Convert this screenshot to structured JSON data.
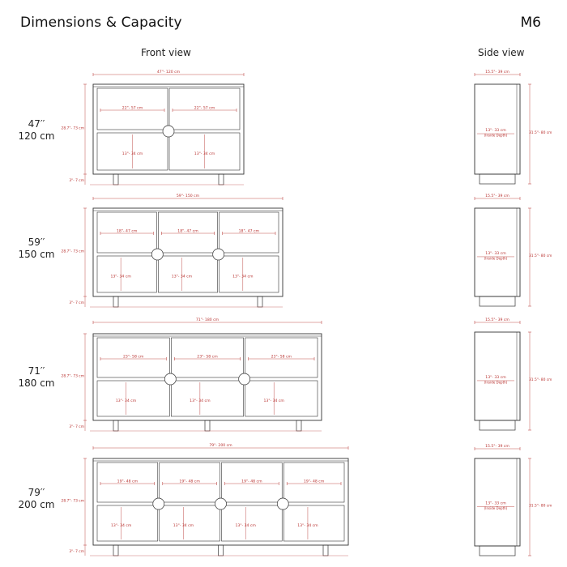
{
  "header": {
    "title": "Dimensions & Capacity",
    "model": "M6"
  },
  "views": {
    "front": "Front view",
    "side": "Side view"
  },
  "colors": {
    "line": "#333333",
    "dim": "#b8312f",
    "dimline": "#c0504d"
  },
  "variants": [
    {
      "size_in": "47′′",
      "size_cm": "120 cm",
      "width_label": "47\"- 120 cm",
      "height_label": "28.7\"- 73 cm",
      "leg_label": "3\"- 7 cm",
      "cols": 2,
      "legs": 2,
      "shelf_label": "22\"- 57 cm",
      "lower_label": "13\"- 34 cm",
      "side_width": "15.5\"- 39 cm",
      "side_inner": "13\"- 33 cm",
      "side_inner_note": "(Inside Depth)",
      "side_height": "31.5\"- 80 cm"
    },
    {
      "size_in": "59′′",
      "size_cm": "150 cm",
      "width_label": "59\"- 150 cm",
      "height_label": "28.7\"- 73 cm",
      "leg_label": "3\"- 7 cm",
      "cols": 3,
      "legs": 2,
      "shelf_label": "18\"- 47 cm",
      "lower_label": "13\"- 34 cm",
      "side_width": "15.5\"- 39 cm",
      "side_inner": "13\"- 33 cm",
      "side_inner_note": "(Inside Depth)",
      "side_height": "31.5\"- 80 cm"
    },
    {
      "size_in": "71′′",
      "size_cm": "180 cm",
      "width_label": "71\"- 180 cm",
      "height_label": "28.7\"- 73 cm",
      "leg_label": "3\"- 7 cm",
      "cols": 3,
      "legs": 3,
      "shelf_label": "23\"- 58 cm",
      "lower_label": "13\"- 34 cm",
      "side_width": "15.5\"- 39 cm",
      "side_inner": "13\"- 33 cm",
      "side_inner_note": "(Inside Depth)",
      "side_height": "31.5\"- 80 cm"
    },
    {
      "size_in": "79′′",
      "size_cm": "200 cm",
      "width_label": "79\"- 200 cm",
      "height_label": "28.7\"- 73 cm",
      "leg_label": "3\"- 7 cm",
      "cols": 4,
      "legs": 3,
      "shelf_label": "19\"- 48 cm",
      "lower_label": "13\"- 34 cm",
      "side_width": "15.5\"- 39 cm",
      "side_inner": "13\"- 33 cm",
      "side_inner_note": "(Inside Depth)",
      "side_height": "31.5\"- 80 cm"
    }
  ]
}
